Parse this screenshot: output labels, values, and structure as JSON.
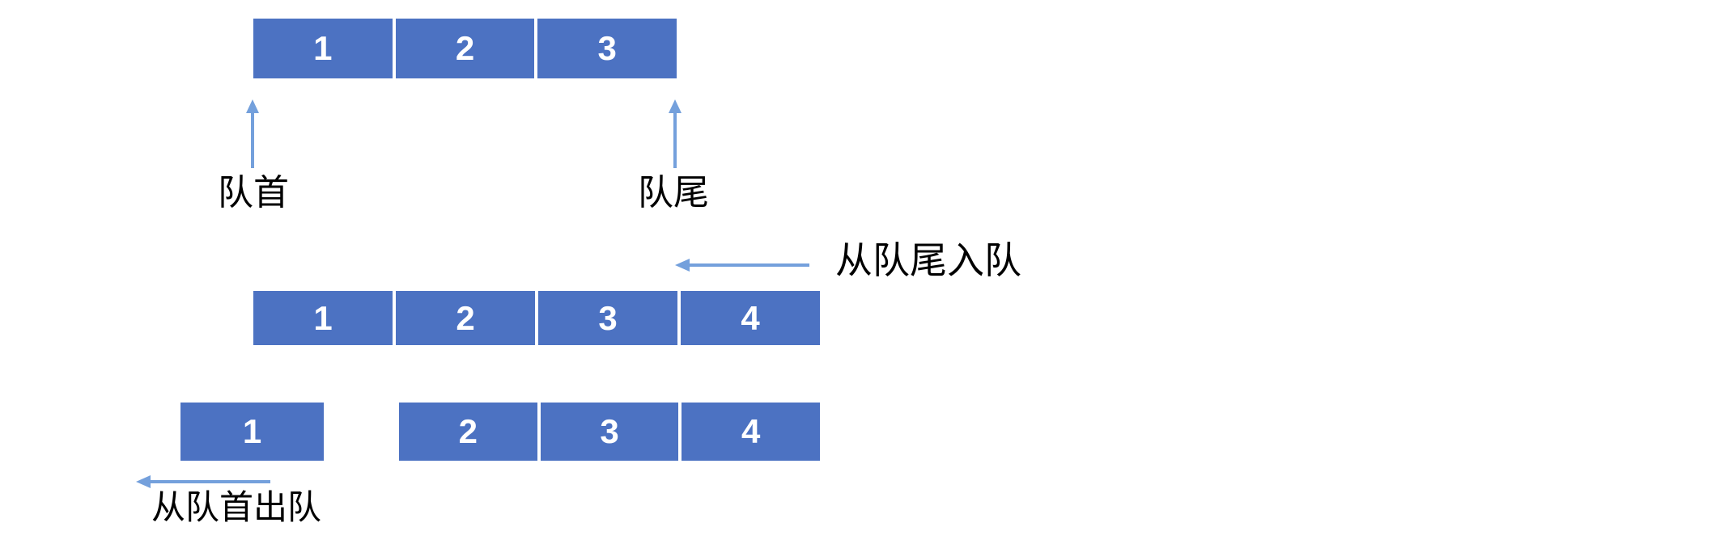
{
  "diagram": {
    "type": "queue-operations",
    "colors": {
      "cell_fill": "#4C72C2",
      "cell_text": "#FFFFFF",
      "arrow": "#74A0DC",
      "label_text": "#000000",
      "background": "#FFFFFF"
    },
    "initial_queue": {
      "cells": [
        "1",
        "2",
        "3"
      ],
      "front_label": "队首",
      "rear_label": "队尾"
    },
    "enqueue_step": {
      "label": "从队尾入队",
      "cells": [
        "1",
        "2",
        "3",
        "4"
      ]
    },
    "dequeue_step": {
      "label": "从队首出队",
      "removed_cell": "1",
      "cells": [
        "2",
        "3",
        "4"
      ]
    }
  }
}
